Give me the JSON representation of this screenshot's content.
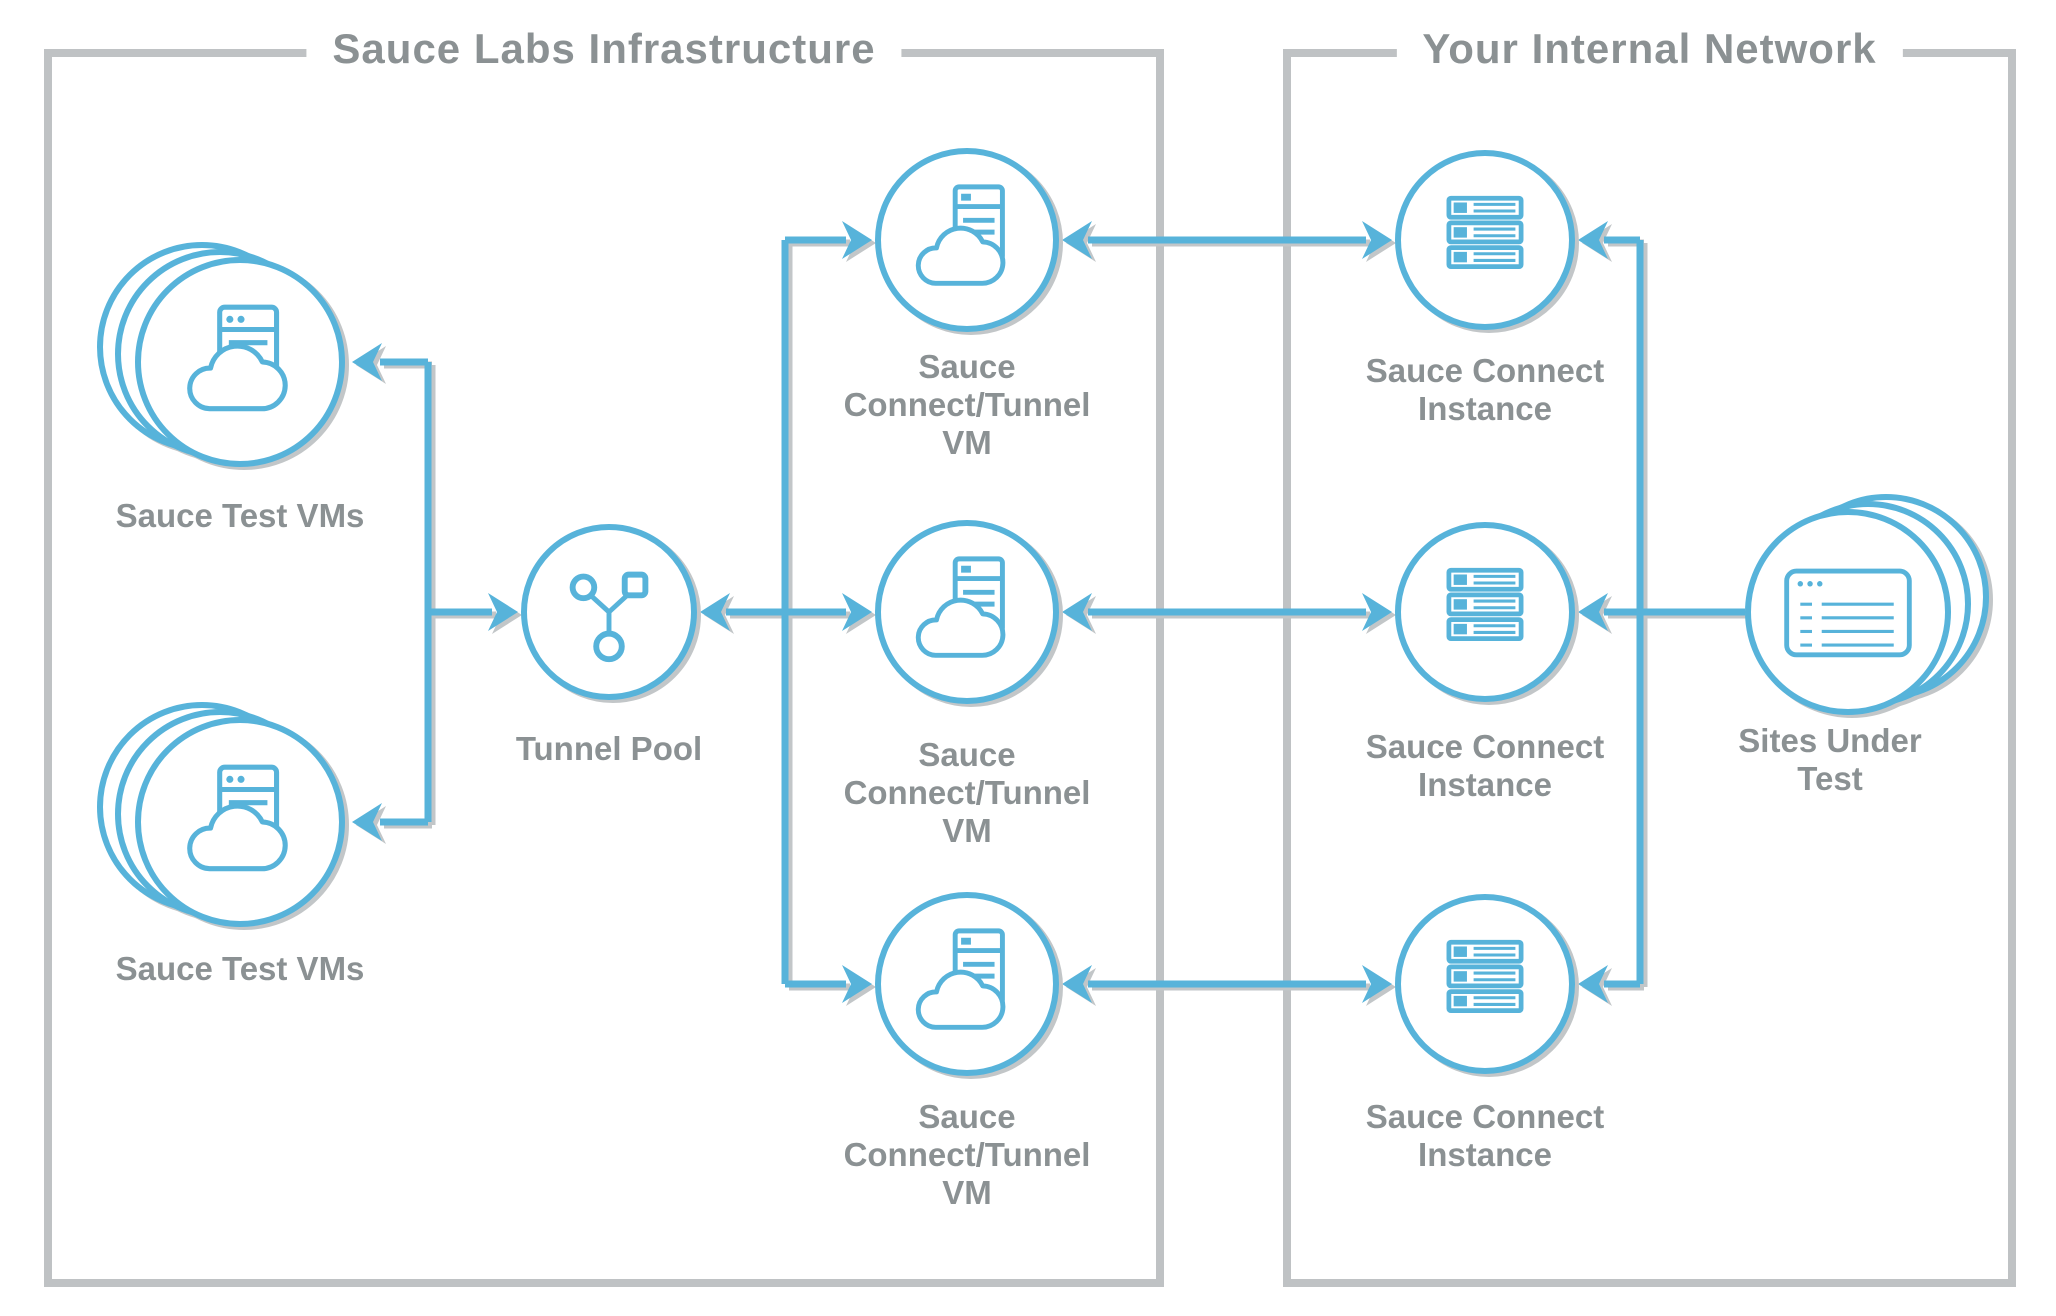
{
  "colors": {
    "accent": "#57b3da",
    "muted": "#8b9193",
    "border": "#bfc2c4",
    "shadow": "#c2c6c8"
  },
  "sections": [
    {
      "id": "sauce-labs-infrastructure",
      "title": "Sauce Labs Infrastructure"
    },
    {
      "id": "your-internal-network",
      "title": "Your Internal Network"
    }
  ],
  "nodes": [
    {
      "id": "sauce-test-vms-top",
      "label": "Sauce Test VMs",
      "icon": "cloud-server-stack-icon"
    },
    {
      "id": "sauce-test-vms-bottom",
      "label": "Sauce Test VMs",
      "icon": "cloud-server-stack-icon"
    },
    {
      "id": "tunnel-pool",
      "label": "Tunnel Pool",
      "icon": "tunnel-pool-icon"
    },
    {
      "id": "sauce-connect-tunnel-vm-1",
      "label": "Sauce\nConnect/Tunnel\nVM",
      "icon": "cloud-vm-icon"
    },
    {
      "id": "sauce-connect-tunnel-vm-2",
      "label": "Sauce\nConnect/Tunnel\nVM",
      "icon": "cloud-vm-icon"
    },
    {
      "id": "sauce-connect-tunnel-vm-3",
      "label": "Sauce\nConnect/Tunnel\nVM",
      "icon": "cloud-vm-icon"
    },
    {
      "id": "sauce-connect-instance-1",
      "label": "Sauce Connect\nInstance",
      "icon": "server-stack-icon"
    },
    {
      "id": "sauce-connect-instance-2",
      "label": "Sauce Connect\nInstance",
      "icon": "server-stack-icon"
    },
    {
      "id": "sauce-connect-instance-3",
      "label": "Sauce Connect\nInstance",
      "icon": "server-stack-icon"
    },
    {
      "id": "sites-under-test",
      "label": "Sites Under Test",
      "icon": "browser-list-stack-icon"
    }
  ]
}
